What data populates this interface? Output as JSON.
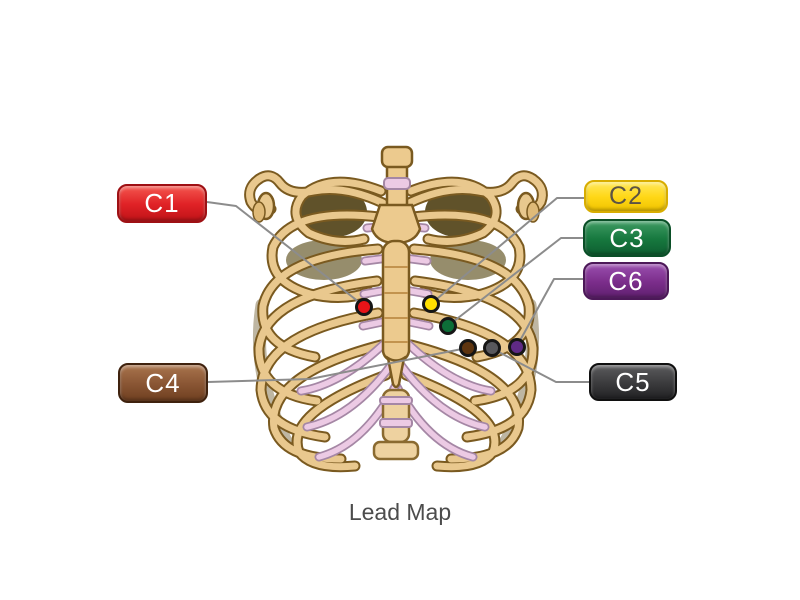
{
  "figure": {
    "caption": "Lead Map"
  },
  "colors": {
    "line": "#8c8c8c",
    "dot_outline": "#161616"
  },
  "leads": [
    {
      "id": "C1",
      "label": "C1",
      "badge": {
        "fill": "#e02226",
        "fill_light": "#f4574f",
        "fill_dark": "#c01318",
        "border": "#9e1014",
        "text": "#ffffff"
      },
      "dot": "#e81418"
    },
    {
      "id": "C2",
      "label": "C2",
      "badge": {
        "fill": "#ffd716",
        "fill_light": "#ffe95e",
        "fill_dark": "#f0c300",
        "border": "#d8ad00",
        "text": "#5c5344"
      },
      "dot": "#ffdf00"
    },
    {
      "id": "C3",
      "label": "C3",
      "badge": {
        "fill": "#17793f",
        "fill_light": "#3f9c63",
        "fill_dark": "#0e5e30",
        "border": "#0a4f27",
        "text": "#ffffff"
      },
      "dot": "#0d6e38"
    },
    {
      "id": "C4",
      "label": "C4",
      "badge": {
        "fill": "#8a5634",
        "fill_light": "#a9744d",
        "fill_dark": "#6f3f20",
        "border": "#3f220e",
        "text": "#ffffff"
      },
      "dot": "#5e3510"
    },
    {
      "id": "C5",
      "label": "C5",
      "badge": {
        "fill": "#3c3c3e",
        "fill_light": "#5c5c5e",
        "fill_dark": "#222224",
        "border": "#101010",
        "text": "#ffffff"
      },
      "dot": "#58585c"
    },
    {
      "id": "C6",
      "label": "C6",
      "badge": {
        "fill": "#7c2e8c",
        "fill_light": "#9a4fae",
        "fill_dark": "#5f1f6e",
        "border": "#4c1858",
        "text": "#ffffff"
      },
      "dot": "#5f2a85"
    }
  ]
}
